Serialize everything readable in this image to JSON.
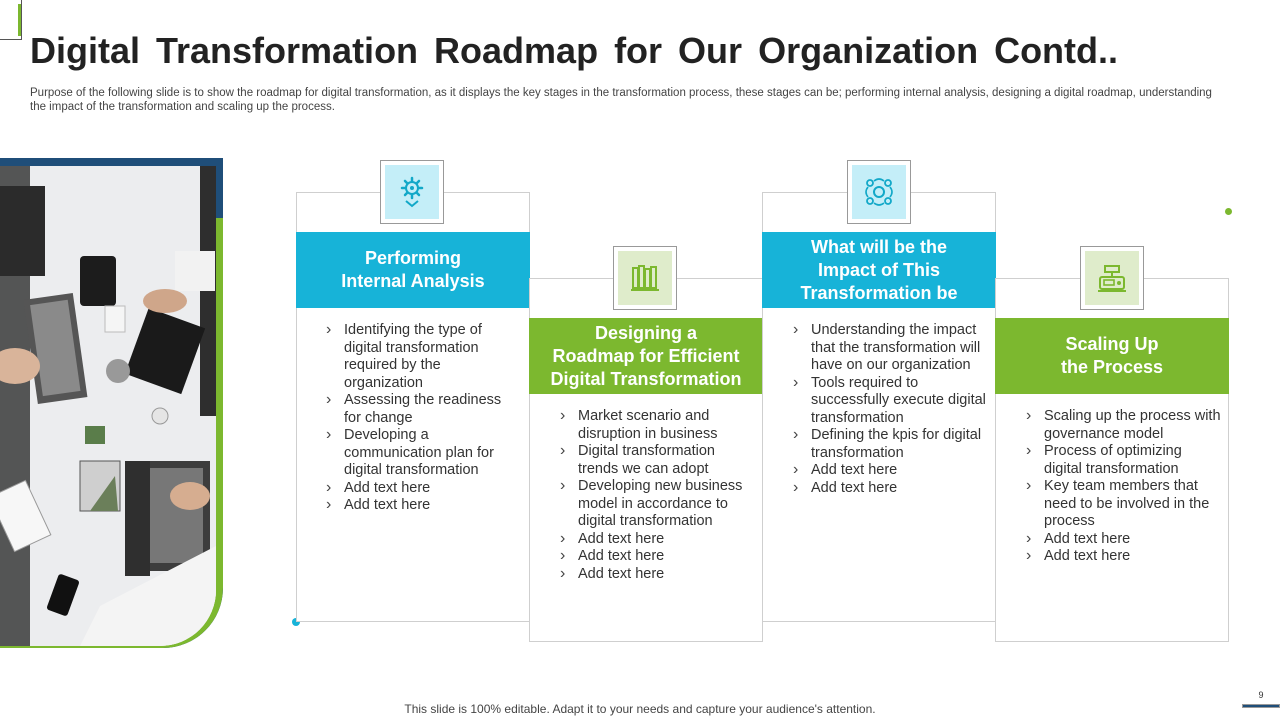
{
  "slide": {
    "title": "Digital Transformation Roadmap for Our Organization Contd..",
    "subtitle": "Purpose of the following slide is to show the roadmap for digital transformation, as it displays the key stages in the transformation process, these stages can be; performing internal analysis, designing a digital roadmap, understanding the impact of the transformation and scaling up the process.",
    "footer": "This slide is 100% editable. Adapt it to your needs and capture your audience's attention.",
    "page_number": "9"
  },
  "colors": {
    "accent_blue": "#17b3d8",
    "accent_green": "#7cb82f",
    "navy": "#1f4e79"
  },
  "stages": [
    {
      "icon": "gear-settings-icon",
      "title_lines": [
        "Performing",
        "Internal Analysis"
      ],
      "points": [
        "Identifying the type of digital transformation required by the organization",
        "Assessing the readiness for change",
        "Developing a communication plan for digital transformation",
        "Add text here",
        "Add text here"
      ]
    },
    {
      "icon": "books-icon",
      "title_lines": [
        "Designing a",
        "Roadmap for Efficient",
        "Digital Transformation"
      ],
      "points": [
        "Market scenario and disruption in business",
        "Digital transformation trends we can adopt",
        "Developing new business model in accordance to digital transformation",
        "Add text here",
        "Add text here",
        "Add text here"
      ]
    },
    {
      "icon": "process-cycle-icon",
      "title_lines": [
        "What will be the",
        "Impact of This",
        "Transformation be"
      ],
      "points": [
        "Understanding the impact that the transformation will have on our organization",
        "Tools required to successfully execute digital transformation",
        "Defining the kpis for digital transformation",
        "Add text here",
        "Add text here"
      ]
    },
    {
      "icon": "weighing-scale-icon",
      "title_lines": [
        "Scaling Up",
        "the Process"
      ],
      "points": [
        "Scaling up the process with governance model",
        "Process of optimizing digital transformation",
        "Key team members that need to be involved in the process",
        "Add text here",
        "Add text here"
      ]
    }
  ]
}
